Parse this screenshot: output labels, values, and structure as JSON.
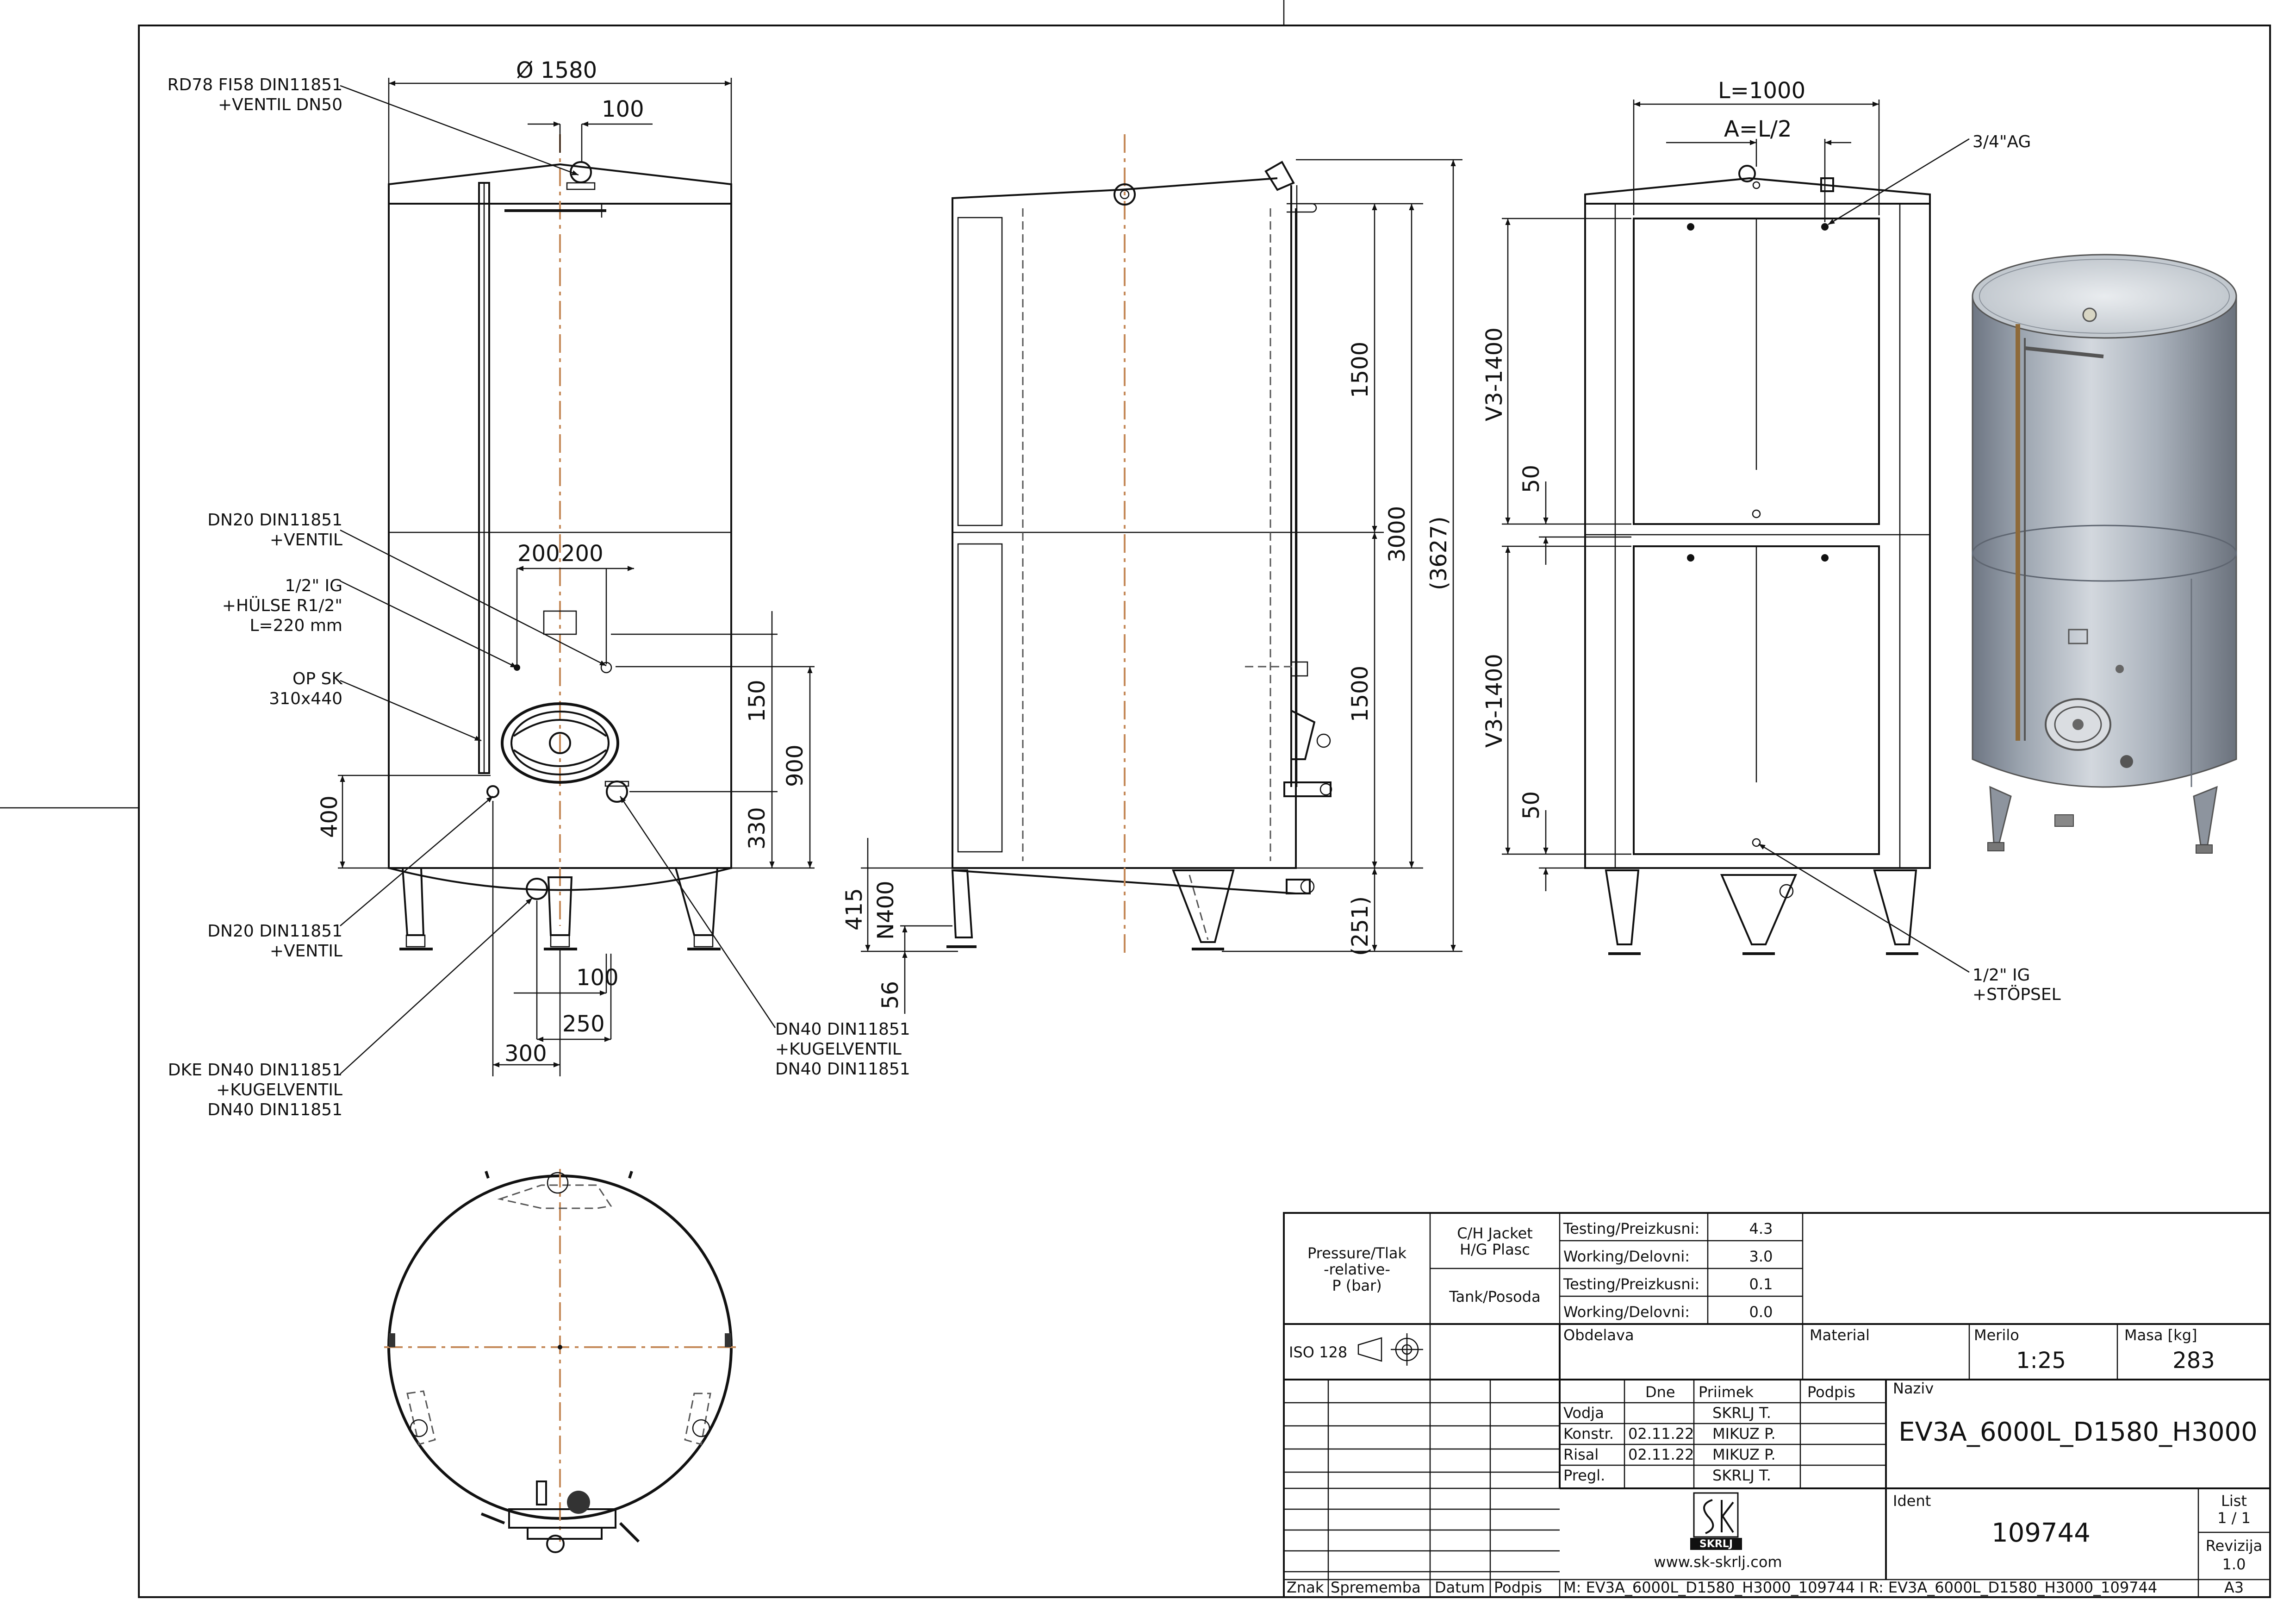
{
  "callouts": {
    "rd78": [
      "RD78 FI58 DIN11851",
      "+VENTIL DN50"
    ],
    "dn20_upper": [
      "DN20 DIN11851",
      "+VENTIL"
    ],
    "ig_half": [
      "1/2\" IG",
      "+HÜLSE R1/2\"",
      "L=220 mm"
    ],
    "op_sk": [
      "OP SK",
      "310x440"
    ],
    "dn20_lower": [
      "DN20 DIN11851",
      "+VENTIL"
    ],
    "dke": [
      "DKE DN40 DIN11851",
      "+KUGELVENTIL",
      "DN40 DIN11851"
    ],
    "dn40": [
      "DN40 DIN11851",
      "+KUGELVENTIL",
      "DN40 DIN11851"
    ],
    "ag": "3/4\"AG",
    "stopsel": [
      "1/2\" IG",
      "+STÖPSEL"
    ]
  },
  "dims": {
    "front": {
      "diameter": "Ø 1580",
      "d100_top": "100",
      "d200a": "200",
      "d200b": "200",
      "d400": "400",
      "d150": "150",
      "d330": "330",
      "d900": "900",
      "d100_bot": "100",
      "d250": "250",
      "d300": "300"
    },
    "side": {
      "d1500a": "1500",
      "d1500b": "1500",
      "d3000": "3000",
      "d3627": "(3627)",
      "d251": "(251)",
      "d415": "415",
      "dn400": "N400",
      "d56": "56"
    },
    "right": {
      "l1000": "L=1000",
      "al2": "A=L/2",
      "v3a": "V3-1400",
      "v3b": "V3-1400",
      "d50a": "50",
      "d50b": "50"
    }
  },
  "title_block": {
    "pressure_label": [
      "Pressure/Tlak",
      "-relative-",
      "P (bar)"
    ],
    "jacket_label": [
      "C/H Jacket",
      "H/G Plasc"
    ],
    "tank_label": "Tank/Posoda",
    "pressure_rows": [
      {
        "label": "Testing/Preizkusni:",
        "value": "4.3"
      },
      {
        "label": "Working/Delovni:",
        "value": "3.0"
      },
      {
        "label": "Testing/Preizkusni:",
        "value": "0.1"
      },
      {
        "label": "Working/Delovni:",
        "value": "0.0"
      }
    ],
    "iso": "ISO 128",
    "obdelava": "Obdelava",
    "material": "Material",
    "merilo_label": "Merilo",
    "merilo_value": "1:25",
    "masa_label": "Masa [kg]",
    "masa_value": "283",
    "headers": {
      "dne": "Dne",
      "priimek": "Priimek",
      "podpis": "Podpis",
      "naziv": "Naziv"
    },
    "people": [
      {
        "role": "Vodja",
        "date": "",
        "name": "SKRLJ T."
      },
      {
        "role": "Konstr.",
        "date": "02.11.22",
        "name": "MIKUZ P."
      },
      {
        "role": "Risal",
        "date": "02.11.22",
        "name": "MIKUZ P."
      },
      {
        "role": "Pregl.",
        "date": "",
        "name": "SKRLJ T."
      }
    ],
    "naziv_value": "EV3A_6000L_D1580_H3000",
    "ident_label": "Ident",
    "ident_value": "109744",
    "list_label": "List",
    "list_value": "1 / 1",
    "revizija_label": "Revizija",
    "revizija_value": "1.0",
    "logo_text": "SKRLJ",
    "website": "www.sk-skrlj.com",
    "footer": {
      "znak": "Znak",
      "sprememba": "Sprememba",
      "datum": "Datum",
      "podpis": "Podpis"
    },
    "file_ref": "M: EV3A_6000L_D1580_H3000_109744 I R: EV3A_6000L_D1580_H3000_109744",
    "format": "A3"
  }
}
